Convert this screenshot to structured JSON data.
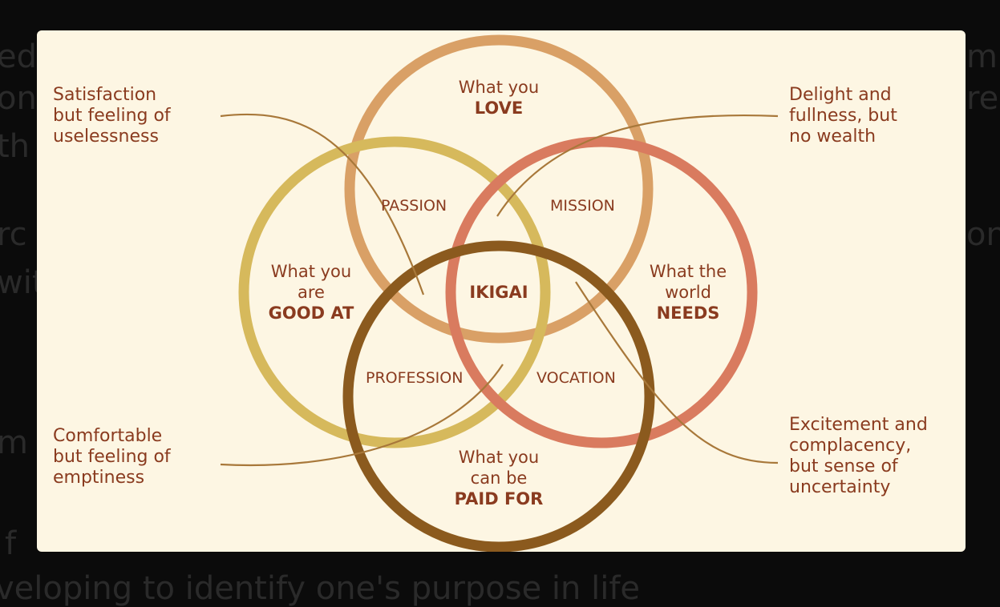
{
  "background_text": [
    "ed",
    "on",
    "th",
    "rc",
    "wit",
    "m",
    "mp",
    "re",
    "on",
    "f",
    "veloping to identify one's purpose in life"
  ],
  "diagram": {
    "center": "IKIGAI",
    "circles": {
      "love": {
        "line1": "What you",
        "line2": "LOVE",
        "color": "#d9a066"
      },
      "good": {
        "line1": "What you",
        "line2": "are",
        "line3": "GOOD AT",
        "color": "#d6b95c"
      },
      "needs": {
        "line1": "What the",
        "line2": "world",
        "line3": "NEEDS",
        "color": "#d97b5f"
      },
      "paid": {
        "line1": "What you",
        "line2": "can be",
        "line3": "PAID FOR",
        "color": "#8b5a1e"
      }
    },
    "zones": {
      "passion": "PASSION",
      "mission": "MISSION",
      "profession": "PROFESSION",
      "vocation": "VOCATION"
    },
    "notes": {
      "top_left": [
        "Satisfaction",
        "but feeling of",
        "uselessness"
      ],
      "top_right": [
        "Delight and",
        "fullness, but",
        "no wealth"
      ],
      "bottom_left": [
        "Comfortable",
        "but feeling of",
        "emptiness"
      ],
      "bottom_right": [
        "Excitement and",
        "complacency,",
        "but sense of",
        "uncertainty"
      ]
    },
    "line_color": "#a8783a",
    "text_color": "#8a3b1f"
  }
}
